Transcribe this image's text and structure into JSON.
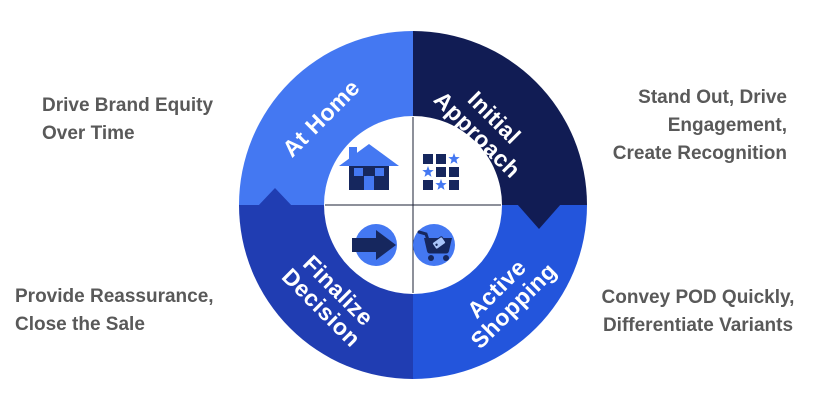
{
  "diagram": {
    "type": "cycle",
    "direction": "clockwise",
    "quadrants": {
      "at_home": {
        "label_line1": "At Home",
        "color": "#4478F2",
        "icon": "house-icon",
        "annotation_line1": "Drive Brand Equity",
        "annotation_line2": "Over Time"
      },
      "initial_approach": {
        "label_line1": "Initial",
        "label_line2": "Approach",
        "color": "#111C54",
        "icon": "brand-grid-icon",
        "annotation_line1": "Stand Out, Drive",
        "annotation_line2": "Engagement,",
        "annotation_line3": "Create Recognition"
      },
      "active_shopping": {
        "label_line1": "Active",
        "label_line2": "Shopping",
        "color": "#2355DC",
        "icon": "shopping-cart-icon",
        "annotation_line1": "Convey POD Quickly,",
        "annotation_line2": "Differentiate Variants"
      },
      "finalize_decision": {
        "label_line1": "Finalize",
        "label_line2": "Decision",
        "color": "#203DB2",
        "icon": "arrow-right-icon",
        "annotation_line1": "Provide Reassurance,",
        "annotation_line2": "Close the Sale"
      }
    },
    "text_colors": {
      "annotation": "#595959",
      "label": "#FFFFFF"
    }
  }
}
